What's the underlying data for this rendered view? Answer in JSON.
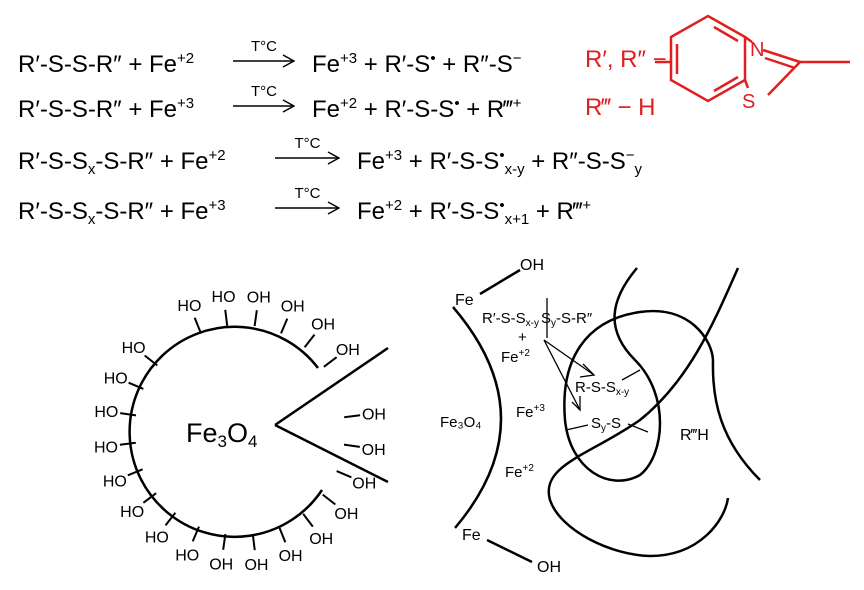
{
  "equations": [
    {
      "reactants": [
        [
          "R′-S-S-R″ + Fe",
          ""
        ],
        [
          "+2",
          "sup"
        ]
      ],
      "condition": "T°C",
      "products": [
        [
          "Fe",
          ""
        ],
        [
          "+3",
          "sup"
        ],
        [
          " + R′-S",
          ""
        ],
        [
          "•",
          "sup"
        ],
        [
          " + R″-S",
          ""
        ],
        [
          "−",
          "sup"
        ]
      ]
    },
    {
      "reactants": [
        [
          "R′-S-S-R″ + Fe",
          ""
        ],
        [
          "+3",
          "sup"
        ]
      ],
      "condition": "T°C",
      "products": [
        [
          "Fe",
          ""
        ],
        [
          "+2",
          "sup"
        ],
        [
          " + R′-S-S",
          ""
        ],
        [
          "•",
          "sup"
        ],
        [
          " + R‴",
          ""
        ],
        [
          "+",
          "sup"
        ]
      ]
    },
    {
      "reactants": [
        [
          "R′-S-S",
          ""
        ],
        [
          "x",
          "sub"
        ],
        [
          "-S-R″ + Fe",
          ""
        ],
        [
          "+2",
          "sup"
        ]
      ],
      "condition": "T°C",
      "products": [
        [
          "Fe",
          ""
        ],
        [
          "+3",
          "sup"
        ],
        [
          " + R′-S-S",
          ""
        ],
        [
          "•",
          "sup"
        ],
        [
          "x-y",
          "sub"
        ],
        [
          " + R″-S-S",
          ""
        ],
        [
          "−",
          "sup"
        ],
        [
          "y",
          "sub"
        ]
      ]
    },
    {
      "reactants": [
        [
          "R′-S-S",
          ""
        ],
        [
          "x",
          "sub"
        ],
        [
          "-S-R″ + Fe",
          ""
        ],
        [
          "+3",
          "sup"
        ]
      ],
      "condition": "T°C",
      "products": [
        [
          "Fe",
          ""
        ],
        [
          "+2",
          "sup"
        ],
        [
          " + R′-S-S",
          ""
        ],
        [
          "•",
          "sup"
        ],
        [
          "x+1",
          "sub"
        ],
        [
          " + R‴",
          ""
        ],
        [
          "+",
          "sup"
        ]
      ]
    }
  ],
  "legend": {
    "r_label": "R′, R″ −",
    "r3_label": "R‴ − H",
    "ring_n": "N",
    "ring_s": "S",
    "color": "#e02020"
  },
  "particle": {
    "core": "Fe",
    "core_sub1": "3",
    "core_o": "O",
    "core_sub2": "4",
    "groups": [
      "HO",
      "HO",
      "OH",
      "OH",
      "OH",
      "OH",
      "OH",
      "OH",
      "OH",
      "OH",
      "OH",
      "OH",
      "OH",
      "OH",
      "HO",
      "HO",
      "HO",
      "HO",
      "HO",
      "HO",
      "HO",
      "HO"
    ]
  },
  "mechanism": {
    "fe_top": "Fe",
    "oh_top": "OH",
    "fe_bottom": "Fe",
    "oh_bottom": "OH",
    "fe3o4": "Fe₃O₄",
    "fe2a": "Fe",
    "fe2a_sup": "+2",
    "fe3": "Fe",
    "fe3_sup": "+3",
    "fe2b": "Fe",
    "fe2b_sup": "+2",
    "chain_left": "R′-S-S",
    "chain_left_sub": "x-y",
    "chain_right": "S",
    "chain_right_sub": "y",
    "chain_right_tail": "-S-R″",
    "plus": "+",
    "frag1": "R-S-S",
    "frag1_sub": "x-y",
    "frag2": "S",
    "frag2_sub": "y",
    "frag2_tail": "-S",
    "rh": "R‴H"
  }
}
